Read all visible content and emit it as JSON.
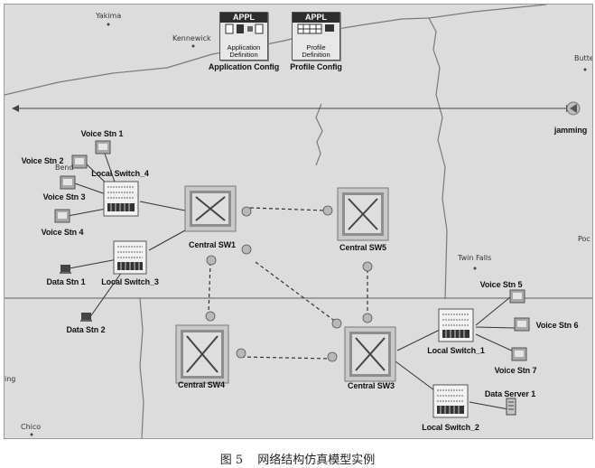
{
  "map": {
    "cities": {
      "yakima": "Yakima",
      "kennewick": "Kennewick",
      "twin_falls": "Twin Falls",
      "chico": "Chico",
      "butte": "Butte",
      "bend": "Bend",
      "poc": "Poc",
      "ing": "ing"
    },
    "border_color": "#7a7a7a",
    "background": "#dcdcdc"
  },
  "config": {
    "application": {
      "header": "APPL",
      "text_line1": "Application",
      "text_line2": "Definition",
      "label": "Application Config"
    },
    "profile": {
      "header": "APPL",
      "text_line1": "Profile",
      "text_line2": "Definition",
      "label": "Profile Config"
    }
  },
  "jamming": {
    "label": "jamming"
  },
  "nodes": {
    "voice_stn_1": "Voice Stn 1",
    "voice_stn_2": "Voice Stn 2",
    "voice_stn_3": "Voice Stn 3",
    "voice_stn_4": "Voice Stn 4",
    "voice_stn_5": "Voice Stn 5",
    "voice_stn_6": "Voice Stn 6",
    "voice_stn_7": "Voice Stn 7",
    "local_switch_1": "Local Switch_1",
    "local_switch_2": "Local Switch_2",
    "local_switch_3": "Local Switch_3",
    "local_switch_4": "Local Switch_4",
    "central_sw1": "Central SW1",
    "central_sw3": "Central SW3",
    "central_sw4": "Central SW4",
    "central_sw5": "Central SW5",
    "data_stn_1": "Data Stn 1",
    "data_stn_2": "Data Stn 2",
    "data_server_1": "Data Server 1"
  },
  "caption": {
    "figure": "图 5",
    "title": "网络结构仿真模型实例"
  }
}
